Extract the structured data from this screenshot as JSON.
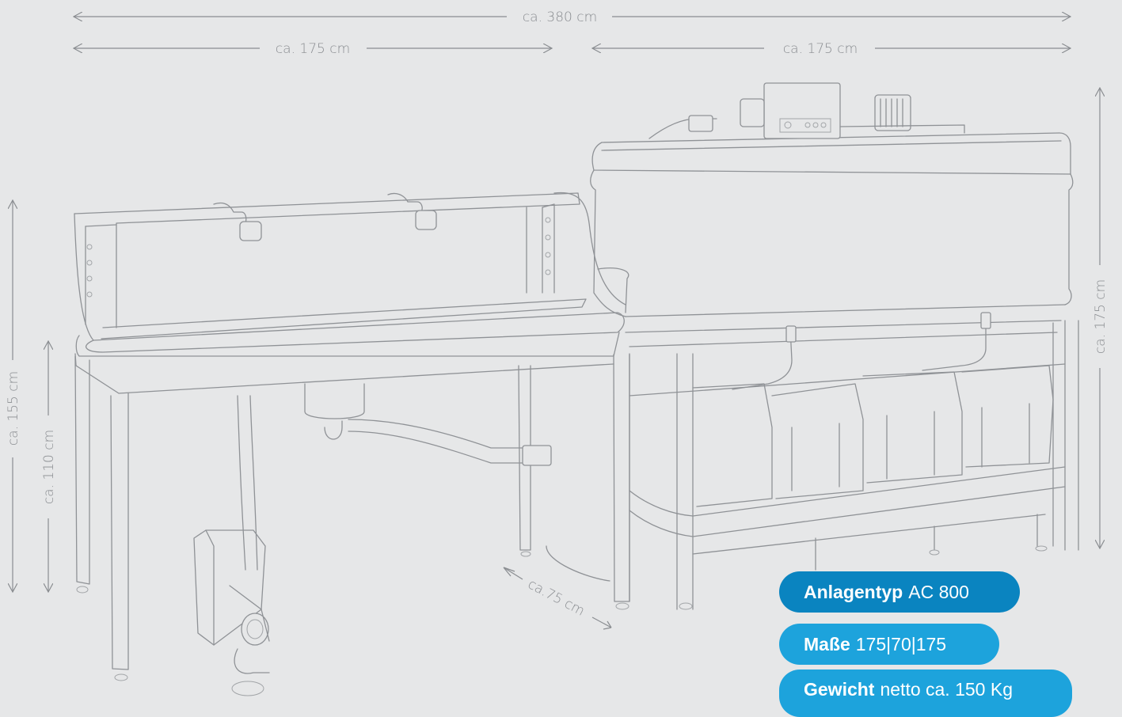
{
  "dimensions": {
    "total_width": "ca. 380 cm",
    "left_width": "ca. 175 cm",
    "right_width": "ca. 175 cm",
    "right_height": "ca. 175 cm",
    "left_height_total": "ca. 155 cm",
    "left_height_table": "ca. 110 cm",
    "depth": "ca.75 cm"
  },
  "specs": [
    {
      "label": "Anlagentyp",
      "value": "AC 800"
    },
    {
      "label": "Maße",
      "value": "175|70|175"
    },
    {
      "label": "Gewicht",
      "value": "netto ca. 150 Kg"
    }
  ],
  "colors": {
    "background": "#e6e7e8",
    "line": "#8f9296",
    "badge_dark": "#0a84c0",
    "badge_light": "#1da3dc"
  }
}
